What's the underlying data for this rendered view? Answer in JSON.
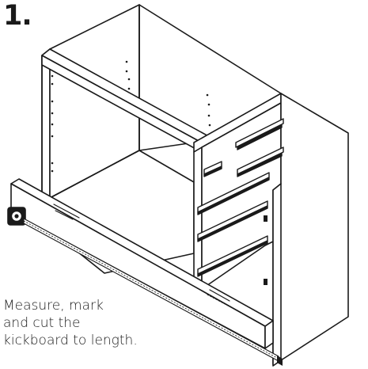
{
  "step": {
    "number": "1."
  },
  "instruction": {
    "lines": [
      "Measure, mark",
      "and cut the",
      "kickboard to length."
    ]
  },
  "illustration": {
    "subject": "cabinet-with-drawer-runners-and-kickboard",
    "tool": "tape-measure",
    "stroke_color": "#1a1a1a",
    "fill_color": "#ffffff"
  }
}
